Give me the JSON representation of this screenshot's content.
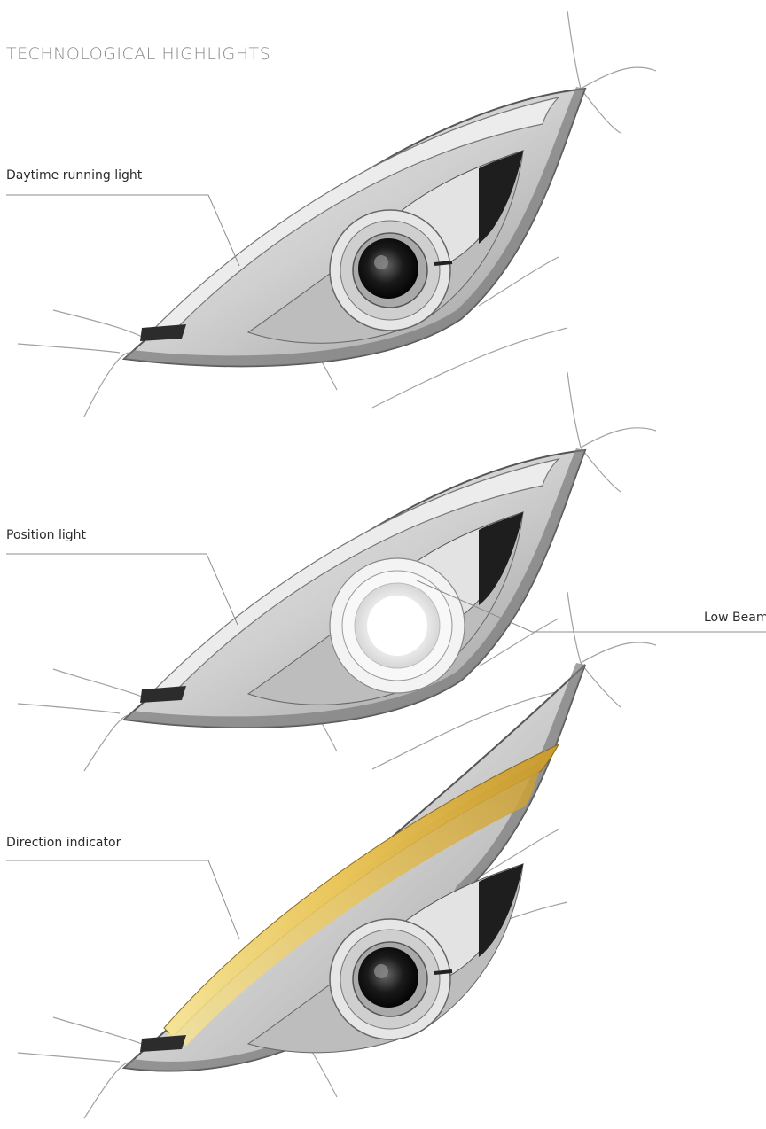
{
  "page": {
    "title": "TECHNOLOGICAL HIGHLIGHTS"
  },
  "panels": [
    {
      "variant": "daytime",
      "callouts": [
        {
          "label": "Daytime running light"
        }
      ]
    },
    {
      "variant": "position",
      "callouts": [
        {
          "label": "Position light"
        },
        {
          "label": "Low Beam"
        }
      ]
    },
    {
      "variant": "indicator",
      "callouts": [
        {
          "label": "Direction indicator"
        }
      ]
    }
  ],
  "colors": {
    "title": "#8a8a8a",
    "label": "#2b2b2b",
    "leader_line": "#8c8c8c",
    "housing": "#6e6e6e",
    "sketch_line": "#7a7a7a",
    "indicator_amber": "#e8c45a",
    "lowbeam_glow": "#ffffff"
  }
}
